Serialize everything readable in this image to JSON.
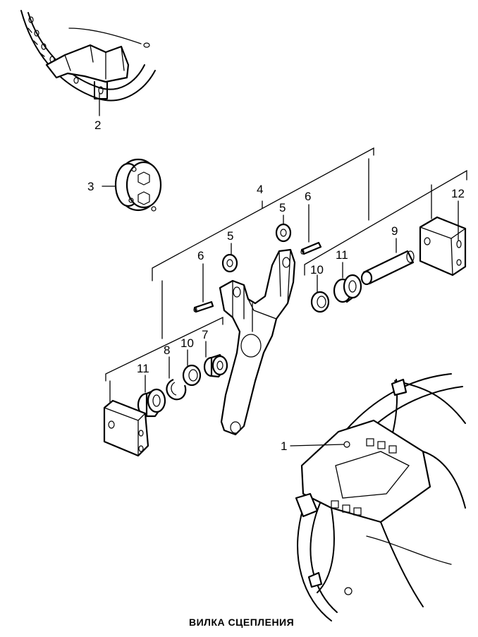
{
  "caption": "ВИЛКА СЦЕПЛЕНИЯ",
  "callouts": {
    "c1": "1",
    "c2": "2",
    "c3": "3",
    "c4": "4",
    "c5a": "5",
    "c5b": "5",
    "c6a": "6",
    "c6b": "6",
    "c7": "7",
    "c8": "8",
    "c9": "9",
    "c10a": "10",
    "c10b": "10",
    "c11a": "11",
    "c11b": "11",
    "c12": "12"
  }
}
